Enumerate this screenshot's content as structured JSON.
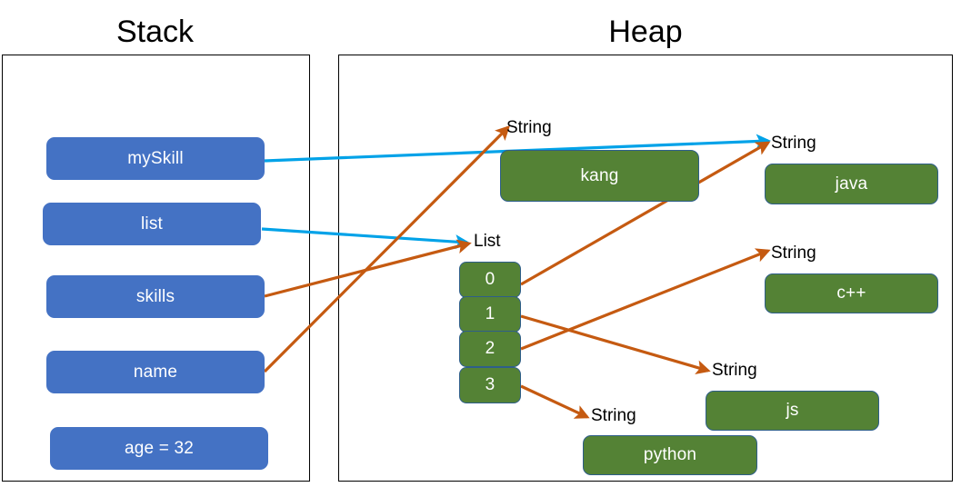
{
  "titles": {
    "stack": "Stack",
    "heap": "Heap"
  },
  "stack": {
    "variables": [
      {
        "id": "myskill",
        "label": "mySkill"
      },
      {
        "id": "list",
        "label": "list"
      },
      {
        "id": "skills",
        "label": "skills"
      },
      {
        "id": "name",
        "label": "name"
      },
      {
        "id": "age",
        "label": "age = 32"
      }
    ]
  },
  "heap": {
    "list_object": {
      "type_label": "List",
      "cells": [
        "0",
        "1",
        "2",
        "3"
      ]
    },
    "strings": [
      {
        "id": "kang",
        "type_label": "String",
        "value": "kang"
      },
      {
        "id": "java",
        "type_label": "String",
        "value": "java"
      },
      {
        "id": "cpp",
        "type_label": "String",
        "value": "c++"
      },
      {
        "id": "js",
        "type_label": "String",
        "value": "js"
      },
      {
        "id": "python",
        "type_label": "String",
        "value": "python"
      }
    ]
  },
  "arrows": [
    {
      "id": "myskill-to-java",
      "from": "myskill",
      "to": "java",
      "color": "#00A2E8"
    },
    {
      "id": "list-to-list",
      "from": "list",
      "to": "list",
      "color": "#00A2E8"
    },
    {
      "id": "skills-to-list",
      "from": "skills",
      "to": "list",
      "color": "#C55A11"
    },
    {
      "id": "name-to-kang",
      "from": "name",
      "to": "kang",
      "color": "#C55A11"
    },
    {
      "id": "cell0-to-java",
      "from": "cell0",
      "to": "java",
      "color": "#C55A11"
    },
    {
      "id": "cell1-to-js",
      "from": "cell1",
      "to": "js",
      "color": "#C55A11"
    },
    {
      "id": "cell2-to-cpp",
      "from": "cell2",
      "to": "cpp",
      "color": "#C55A11"
    },
    {
      "id": "cell3-to-python",
      "from": "cell3",
      "to": "python",
      "color": "#C55A11"
    }
  ],
  "colors": {
    "stack_variable": "#4472C4",
    "heap_object": "#548235",
    "reference_arrow": "#00A2E8",
    "pointer_arrow": "#C55A11",
    "frame_border": "#000000"
  }
}
